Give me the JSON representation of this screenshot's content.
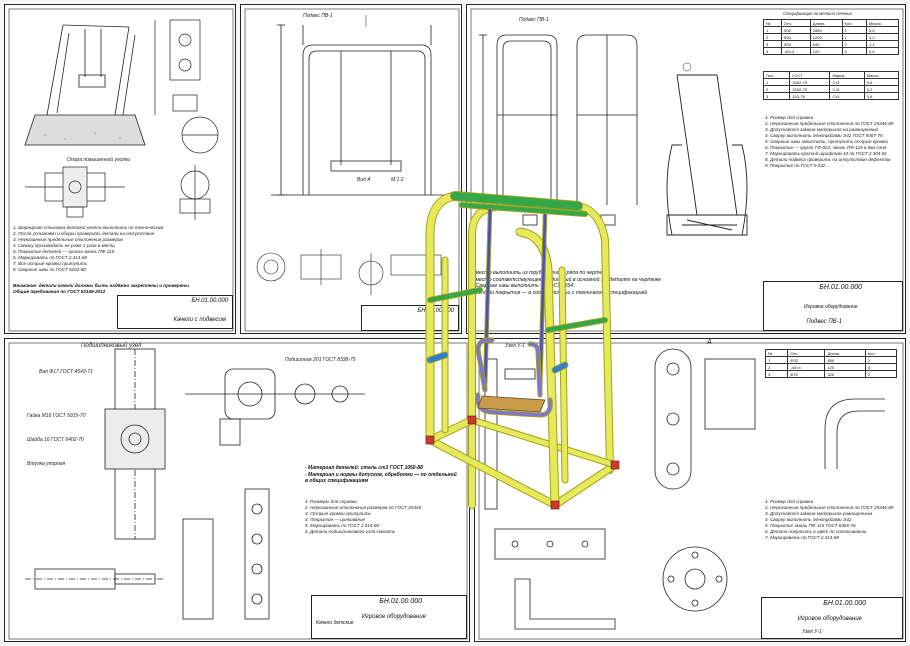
{
  "sheets": {
    "s1": {
      "view_title": "Опора повышенной уголки",
      "notes": [
        "1. Шарнирная стыковка деталей качели выполнить по техническим",
        "2. После установки и сборки проверить детали на отсутствие",
        "3. Неуказанные предельные отклонения размеров",
        "4. Смазку производить не реже 1 раза в месяц",
        "5. Покрытие деталей — краска эмаль ПФ-115",
        "6. Маркировать по ГОСТ 2.314-68",
        "7. Все острые кромки притупить",
        "8. Сварные швы по ГОСТ 5264-80"
      ],
      "warning_1": "Внимание: детали качели должны быть надёжно закреплены и проверены",
      "warning_2": "Общие требования по ГОСТ 52169-2012",
      "title_code": "БН.01.00.000",
      "title_name": "Качели с подвесом"
    },
    "s2": {
      "header": "Подвес ПВ-1",
      "view_a": "Вид А",
      "scale_note": "М 1:2",
      "title_code": "БН.01.00.000"
    },
    "s3": {
      "header": "Подвес ПВ-1",
      "spec_header": "Спецификация на металл сечения",
      "notes_head": "1. Размер для справки.",
      "notes": [
        "2. Неуказанные предельные отклонения по ГОСТ 25346-89",
        "3. Допускается замена материала на равноценный",
        "4. Сварку выполнить электродами Э42 ГОСТ 9467-75",
        "5. Сварные швы зачистить, притупить острые кромки",
        "6. Покрытие — грунт ГФ-021, эмаль ПФ-115 в два слоя",
        "7. Маркировать краской шрифтом 10 по ГОСТ 2.304-81",
        "8. Детали подвеса проверить на отсутствие дефектов"
      ],
      "note_bottom": "9. Покрытие по ГОСТ 9.032 ...",
      "title_code": "БН.01.00.000",
      "title_name": "Подвес ПВ-1",
      "title_sub": "Игровое оборудование"
    },
    "s4": {
      "header": "Подшипниковый узел",
      "callout_1": "Вал Ф17 ГОСТ 4543-71",
      "callout_2": "Подшипник 201 ГОСТ 8338-75",
      "callout_3": "Гайка М16 ГОСТ 5915-70",
      "callout_4": "Шайба 16 ГОСТ 6402-70",
      "callout_5": "Втулка упорная",
      "warn": [
        "- Материал деталей: сталь ст3 ГОСТ 1050-88",
        "- Материал и нормы допусков, обработки — по отдельной",
        "в общих спецификациям"
      ],
      "notes": [
        "1. Размеры для справки.",
        "2. Неуказанные отклонения размеров по ГОСТ 25346",
        "3. Острые кромки притупить",
        "4. Покрытие — цинкование",
        "5. Маркировать по ГОСТ 2.314-68",
        "6. Детали подшипникового узла смазать"
      ],
      "title_code": "БН.01.00.000",
      "title_name": "Игровое оборудование",
      "title_sub": "Качели детские"
    },
    "s5": {
      "header": "Узел У-1",
      "view_a": "А",
      "notes": [
        "1. Размер для справки.",
        "2. Неуказанные предельные отклонения по ГОСТ 25346-89",
        "3. Допускается замена материала равноценным",
        "4. Сварку выполнить электродами Э42",
        "5. Покрытие эмаль ПФ-115 ГОСТ 6465-76",
        "6. Детали покрасить в цвет по согласованию",
        "7. Маркировать по ГОСТ 2.314-68"
      ],
      "title_code": "БН.01.00.000",
      "title_name": "Игровое оборудование",
      "title_sub": "Узел У-1"
    }
  },
  "overlay_note": [
    "* место выполнить из труб сварного ряда по чертежу",
    "* место соответствующее соединений  в основной эл. деталях на чертеже",
    "* Сварные швы выполнить — ГОСТ 5264",
    "* детали покрытия — в соответствии с технической спецификацией"
  ],
  "colors": {
    "frame": "#e7e95a",
    "frame_dark": "#9fa21f",
    "crossbar": "#34a848",
    "post": "#2f7fd0",
    "chain": "#4a4fbf",
    "seat_frame": "#7f72d8",
    "seat": "#c99b4a",
    "ink": "#222222",
    "paper": "#ffffff"
  }
}
